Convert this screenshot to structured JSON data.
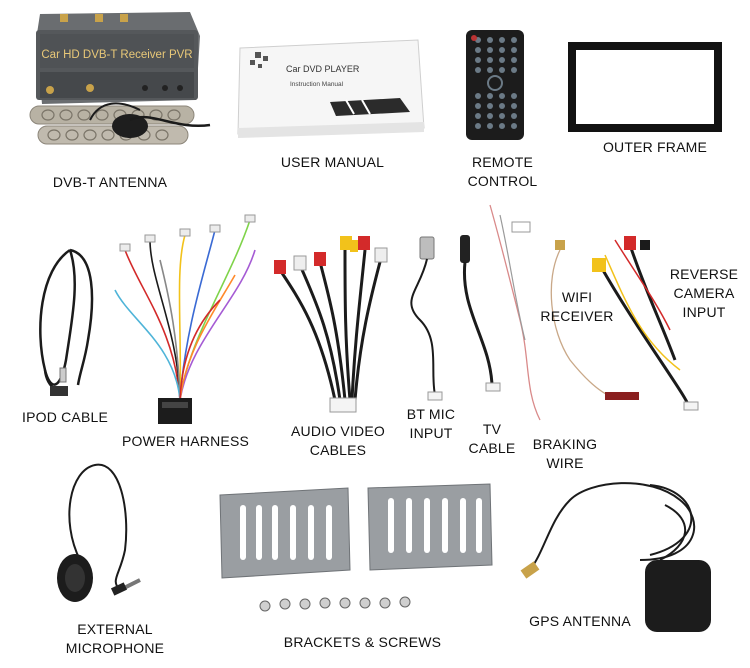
{
  "components": {
    "dvbt_antenna": "DVB-T ANTENNA",
    "user_manual": "USER MANUAL",
    "remote_control": "REMOTE\nCONTROL",
    "outer_frame": "OUTER FRAME",
    "ipod_cable": "IPOD CABLE",
    "power_harness": "POWER HARNESS",
    "audio_video_cables": "AUDIO VIDEO\nCABLES",
    "bt_mic_input": "BT MIC\nINPUT",
    "tv_cable": "TV\nCABLE",
    "wifi_receiver": "WIFI\nRECEIVER",
    "reverse_camera_input": "REVERSE\nCAMERA\nINPUT",
    "braking_wire": "BRAKING\nWIRE",
    "external_microphone": "EXTERNAL\nMICROPHONE",
    "brackets_screws": "BRACKETS & SCREWS",
    "gps_antenna": "GPS ANTENNA"
  },
  "printed_text": {
    "receiver_panel": "Car HD DVB-T Receiver PVR",
    "manual_title": "Car DVD PLAYER",
    "manual_subtitle": "Instruction Manual"
  },
  "colors": {
    "label": "#111111",
    "receiver_body": "#5a5d60",
    "receiver_text": "#e8c878",
    "cable_black": "#1b1b1b",
    "rca_red": "#d32a2a",
    "rca_yellow": "#f2c21b",
    "rca_white": "#eeeeee",
    "bracket_metal": "#9a9ea2",
    "frame_black": "#121212"
  }
}
